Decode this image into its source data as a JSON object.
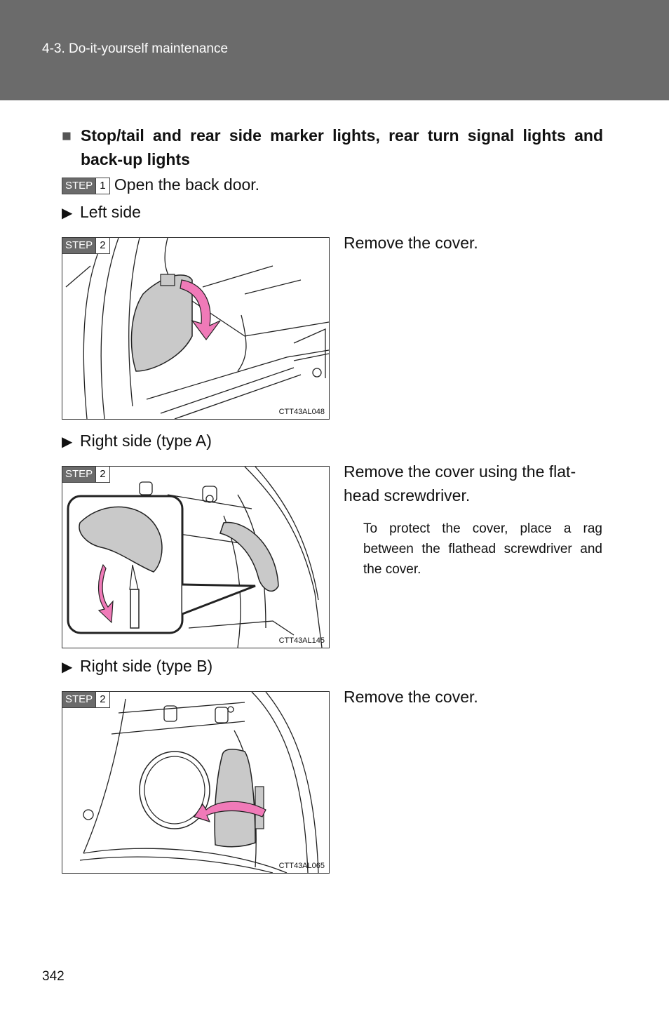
{
  "header": {
    "section": "4-3. Do-it-yourself maintenance"
  },
  "section_title": {
    "bullet": "■",
    "text": "Stop/tail and rear side marker lights, rear turn signal lights and back-up lights"
  },
  "step1": {
    "badge_label": "STEP",
    "badge_num": "1",
    "text": "Open the back door."
  },
  "left_side": {
    "label": "Left side",
    "badge_label": "STEP",
    "badge_num": "2",
    "image_code": "CTT43AL048",
    "instruction": "Remove the cover."
  },
  "right_side_a": {
    "label": "Right side (type A)",
    "badge_label": "STEP",
    "badge_num": "2",
    "image_code": "CTT43AL145",
    "instruction": "Remove the cover using the flat-head screwdriver.",
    "note": "To protect the cover, place a rag between the flathead screwdriver and the cover."
  },
  "right_side_b": {
    "label": "Right side (type B)",
    "badge_label": "STEP",
    "badge_num": "2",
    "image_code": "CTT43AL065",
    "instruction": "Remove the cover."
  },
  "page_number": "342",
  "colors": {
    "header_bg": "#6b6b6b",
    "arrow": "#f07ab8",
    "cover": "#c9c9c9"
  }
}
